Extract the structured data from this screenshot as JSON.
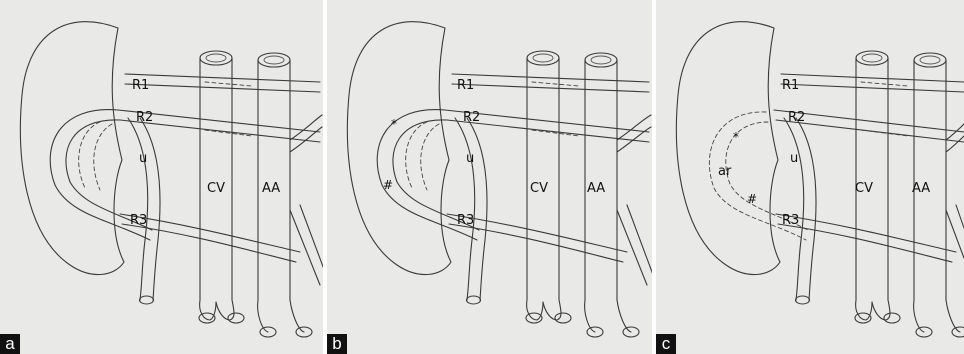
{
  "panels": [
    {
      "letter": "a",
      "labels": {
        "R1": "R1",
        "R2": "R2",
        "R3": "R3",
        "u": "u",
        "CV": "CV",
        "AA": "AA"
      },
      "markers": {
        "star": "",
        "hash": "",
        "ar": ""
      }
    },
    {
      "letter": "b",
      "labels": {
        "R1": "R1",
        "R2": "R2",
        "R3": "R3",
        "u": "u",
        "CV": "CV",
        "AA": "AA"
      },
      "markers": {
        "star": "*",
        "hash": "#",
        "ar": ""
      }
    },
    {
      "letter": "c",
      "labels": {
        "R1": "R1",
        "R2": "R2",
        "R3": "R3",
        "u": "u",
        "CV": "CV",
        "AA": "AA"
      },
      "markers": {
        "star": "*",
        "hash": "#",
        "ar": "ar"
      }
    }
  ]
}
